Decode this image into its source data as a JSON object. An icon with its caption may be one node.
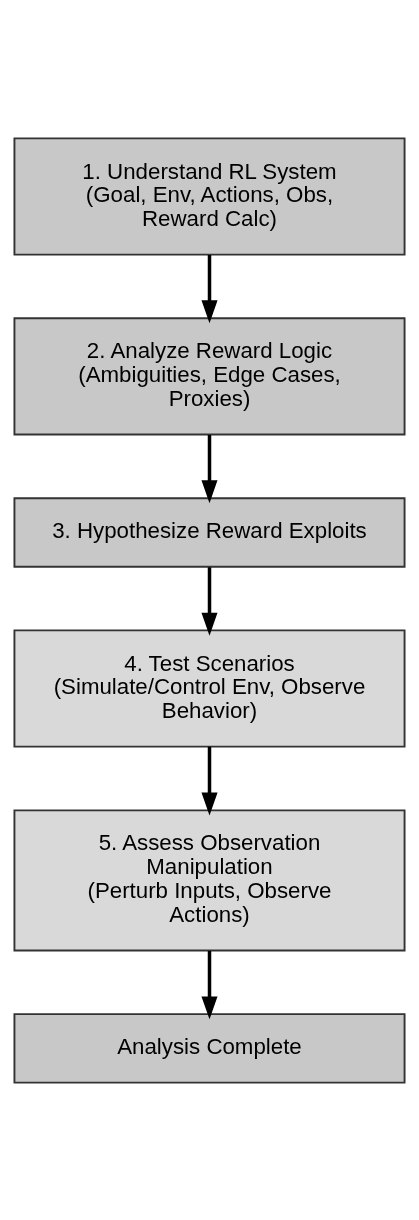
{
  "diagram": {
    "nodes": [
      {
        "text": [
          "1. Understand RL System",
          "(Goal, Env, Actions, Obs, Reward Calc)"
        ]
      },
      {
        "text": [
          "2. Analyze Reward Logic",
          "(Ambiguities, Edge Cases, Proxies)"
        ]
      },
      {
        "text": [
          "3. Hypothesize Reward Exploits"
        ]
      },
      {
        "text": [
          "4. Test Scenarios",
          "(Simulate/Control Env, Observe Behavior)"
        ]
      },
      {
        "text": [
          "5. Assess Observation Manipulation",
          "(Perturb Inputs, Observe Actions)"
        ]
      },
      {
        "text": [
          "Analysis Complete"
        ]
      }
    ],
    "edges": [
      {
        "from": 0,
        "to": 1,
        "arrow": "to"
      },
      {
        "from": 1,
        "to": 2,
        "arrow": "to"
      },
      {
        "from": 2,
        "to": 3,
        "arrow": "to"
      },
      {
        "from": 3,
        "to": 4,
        "arrow": "to"
      },
      {
        "from": 4,
        "to": 5,
        "arrow": "to"
      }
    ]
  }
}
